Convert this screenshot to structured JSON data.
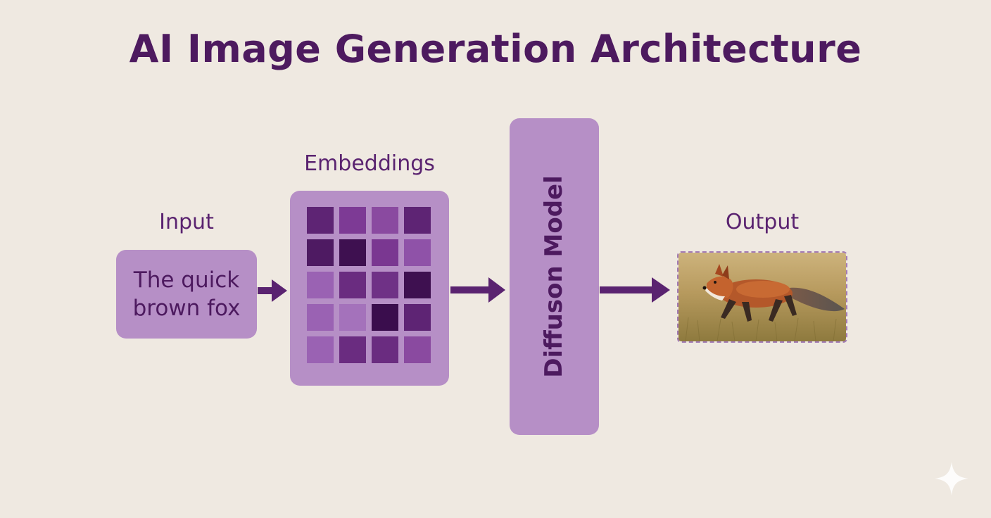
{
  "title": "AI Image Generation Architecture",
  "input": {
    "label": "Input",
    "line1": "The quick",
    "line2": "brown fox"
  },
  "embeddings": {
    "label": "Embeddings",
    "cell_colors": [
      "#5e2474",
      "#7d3a95",
      "#8a4aa0",
      "#5e2474",
      "#4e1a62",
      "#3e1050",
      "#7a3791",
      "#8f52a8",
      "#9a62b3",
      "#6a2c80",
      "#6f3186",
      "#3e1050",
      "#9a62b3",
      "#a472bb",
      "#3a0d4d",
      "#5e2474",
      "#9a62b3",
      "#6a2c80",
      "#6a2c80",
      "#8a4aa0"
    ]
  },
  "diffusion": {
    "label": "Diffuson Model"
  },
  "output": {
    "label": "Output",
    "image": "fox-running-in-grass"
  },
  "colors": {
    "background": "#efe9e1",
    "title": "#4d1a5f",
    "box": "#b68fc6",
    "arrow": "#5a2370"
  }
}
